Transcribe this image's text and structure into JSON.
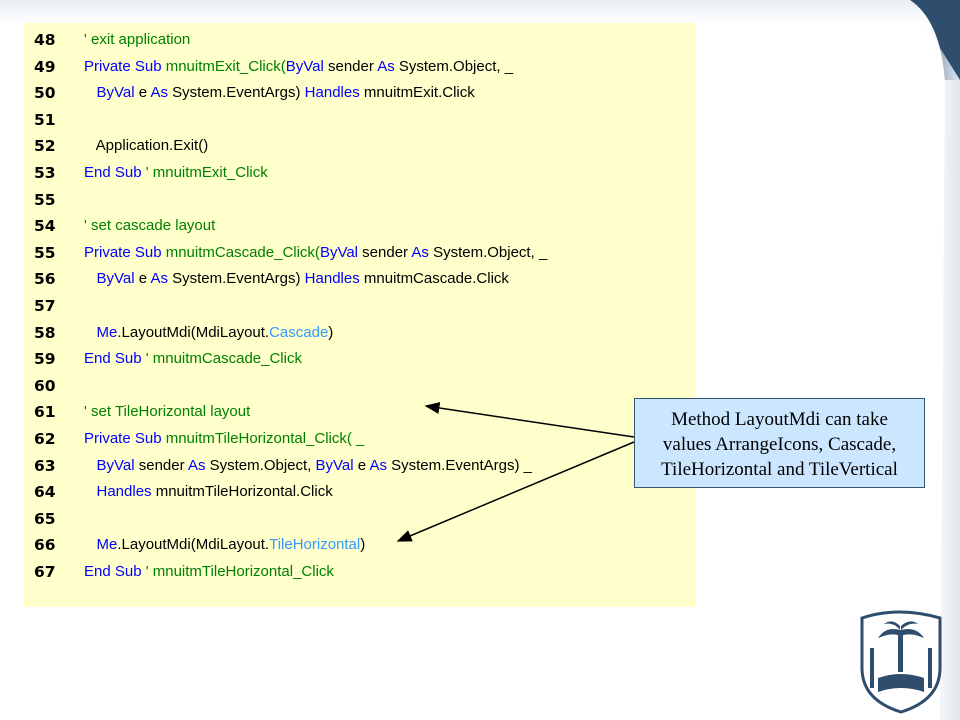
{
  "code_lines": [
    {
      "num": "48",
      "tokens": [
        {
          "t": "' exit application",
          "c": "cm"
        }
      ]
    },
    {
      "num": "49",
      "tokens": [
        {
          "t": "Private Sub ",
          "c": "kw"
        },
        {
          "t": "mnuitmExit_Click(",
          "c": "cm"
        },
        {
          "t": "ByVal",
          "c": "kw"
        },
        {
          "t": " sender ",
          "c": "id"
        },
        {
          "t": "As",
          "c": "kw"
        },
        {
          "t": " System.Object, _",
          "c": "id"
        }
      ]
    },
    {
      "num": "50",
      "tokens": [
        {
          "t": "   ByVal",
          "c": "kw"
        },
        {
          "t": " e ",
          "c": "id"
        },
        {
          "t": "As",
          "c": "kw"
        },
        {
          "t": " System.EventArgs) ",
          "c": "id"
        },
        {
          "t": "Handles",
          "c": "kw"
        },
        {
          "t": " mnuitmExit.Click",
          "c": "id"
        }
      ]
    },
    {
      "num": "51",
      "tokens": []
    },
    {
      "num": "52",
      "tokens": [
        {
          "t": "   Application.Exit()",
          "c": "id"
        }
      ]
    },
    {
      "num": "53",
      "tokens": [
        {
          "t": "End Sub ",
          "c": "kw"
        },
        {
          "t": "' mnuitmExit_Click",
          "c": "cm"
        }
      ]
    },
    {
      "num": "55",
      "tokens": []
    },
    {
      "num": "54",
      "tokens": [
        {
          "t": "' set cascade layout",
          "c": "cm"
        }
      ]
    },
    {
      "num": "55",
      "tokens": [
        {
          "t": "Private Sub ",
          "c": "kw"
        },
        {
          "t": "mnuitmCascade_Click(",
          "c": "cm"
        },
        {
          "t": "ByVal",
          "c": "kw"
        },
        {
          "t": " sender ",
          "c": "id"
        },
        {
          "t": "As",
          "c": "kw"
        },
        {
          "t": " System.Object, _",
          "c": "id"
        }
      ]
    },
    {
      "num": "56",
      "tokens": [
        {
          "t": "   ByVal",
          "c": "kw"
        },
        {
          "t": " e ",
          "c": "id"
        },
        {
          "t": "As",
          "c": "kw"
        },
        {
          "t": " System.EventArgs) ",
          "c": "id"
        },
        {
          "t": "Handles",
          "c": "kw"
        },
        {
          "t": " mnuitmCascade.Click",
          "c": "id"
        }
      ]
    },
    {
      "num": "57",
      "tokens": []
    },
    {
      "num": "58",
      "tokens": [
        {
          "t": "   Me",
          "c": "kw"
        },
        {
          "t": ".LayoutMdi(MdiLayout.",
          "c": "id"
        },
        {
          "t": "Cascade",
          "c": "en"
        },
        {
          "t": ")",
          "c": "id"
        }
      ]
    },
    {
      "num": "59",
      "tokens": [
        {
          "t": "End Sub ",
          "c": "kw"
        },
        {
          "t": "' mnuitmCascade_Click",
          "c": "cm"
        }
      ]
    },
    {
      "num": "60",
      "tokens": []
    },
    {
      "num": "61",
      "tokens": [
        {
          "t": "' set TileHorizontal layout",
          "c": "cm"
        }
      ]
    },
    {
      "num": "62",
      "tokens": [
        {
          "t": "Private Sub ",
          "c": "kw"
        },
        {
          "t": "mnuitmTileHorizontal_Click( _",
          "c": "cm"
        }
      ]
    },
    {
      "num": "63",
      "tokens": [
        {
          "t": "   ByVal",
          "c": "kw"
        },
        {
          "t": " sender ",
          "c": "id"
        },
        {
          "t": "As",
          "c": "kw"
        },
        {
          "t": " System.Object, ",
          "c": "id"
        },
        {
          "t": "ByVal",
          "c": "kw"
        },
        {
          "t": " e ",
          "c": "id"
        },
        {
          "t": "As",
          "c": "kw"
        },
        {
          "t": " System.EventArgs) _",
          "c": "id"
        }
      ]
    },
    {
      "num": "64",
      "tokens": [
        {
          "t": "   Handles",
          "c": "kw"
        },
        {
          "t": " mnuitmTileHorizontal.Click",
          "c": "id"
        }
      ]
    },
    {
      "num": "65",
      "tokens": []
    },
    {
      "num": "66",
      "tokens": [
        {
          "t": "   Me",
          "c": "kw"
        },
        {
          "t": ".LayoutMdi(MdiLayout.",
          "c": "id"
        },
        {
          "t": "TileHorizontal",
          "c": "en"
        },
        {
          "t": ")",
          "c": "id"
        }
      ]
    },
    {
      "num": "67",
      "tokens": [
        {
          "t": "End Sub ",
          "c": "kw"
        },
        {
          "t": "' mnuitmTileHorizontal_Click",
          "c": "cm"
        }
      ]
    }
  ],
  "callout": {
    "line1": "Method LayoutMdi can take",
    "line2": "values ArrangeIcons, Cascade,",
    "line3": "TileHorizontal and TileVertical"
  },
  "colors": {
    "code_background": "#ffffcc",
    "keyword": "#0000ff",
    "comment": "#008000",
    "enum_value": "#3399ff",
    "callout_fill": "#cce6ff"
  },
  "icons": {
    "logo": "king-saud-university-emblem-icon"
  }
}
